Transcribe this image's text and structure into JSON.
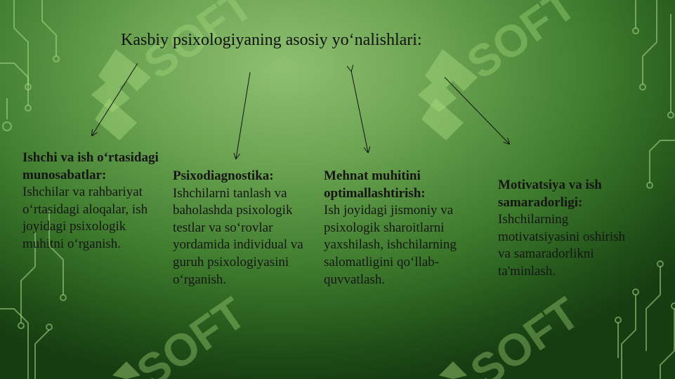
{
  "slide": {
    "title": "Kasbiy psixologiyaning asosiy yo‘nalishlari:",
    "blocks": [
      {
        "heading": "Ishchi va ish o‘rtasidagi munosabatlar:",
        "text": "Ishchilar va rahbariyat o‘rtasidagi aloqalar, ish joyidagi psixologik muhitni o‘rganish."
      },
      {
        "heading": "Psixodiagnostika:",
        "text": "Ishchilarni tanlash va baholashda psixologik testlar va so‘rovlar yordamida individual va guruh psixologiyasini o‘rganish."
      },
      {
        "heading": "Mehnat muhitini optimallashtirish:",
        "text": "Ish joyidagi jismoniy va psixologik sharoitlarni yaxshilash, ishchilarning salomatligini qo‘llab-quvvatlash."
      },
      {
        "heading": "Motivatsiya va ish samaradorligi:",
        "text": "Ishchilarning motivatsiyasini oshirish va samaradorlikni ta'minlash."
      }
    ],
    "watermark": "SOFT",
    "colors": {
      "background_light": "#8fc072",
      "background_dark": "#163c11",
      "watermark": "#9bd36e",
      "circuit": "#a9d98a",
      "text": "#151515"
    }
  }
}
